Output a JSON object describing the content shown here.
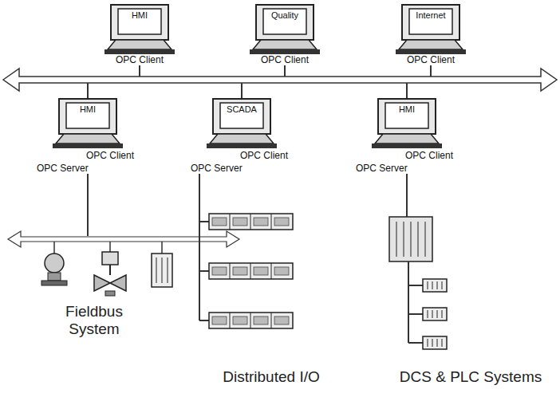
{
  "diagram": {
    "nodes": [
      {
        "text": [
          "HMI",
          "OPC Client"
        ]
      },
      {
        "text": [
          "Quality",
          "OPC Client"
        ]
      },
      {
        "text": [
          "Internet",
          "OPC Client"
        ]
      },
      {
        "text": [
          "HMI",
          "OPC Client",
          "OPC Server"
        ]
      },
      {
        "text": [
          "SCADA",
          "OPC Client",
          "OPC Server"
        ]
      },
      {
        "text": [
          "HMI",
          "OPC Client",
          "OPC Server"
        ]
      }
    ],
    "labels": [
      "Fieldbus System",
      "Distributed I/O",
      "DCS & PLC Systems"
    ]
  }
}
